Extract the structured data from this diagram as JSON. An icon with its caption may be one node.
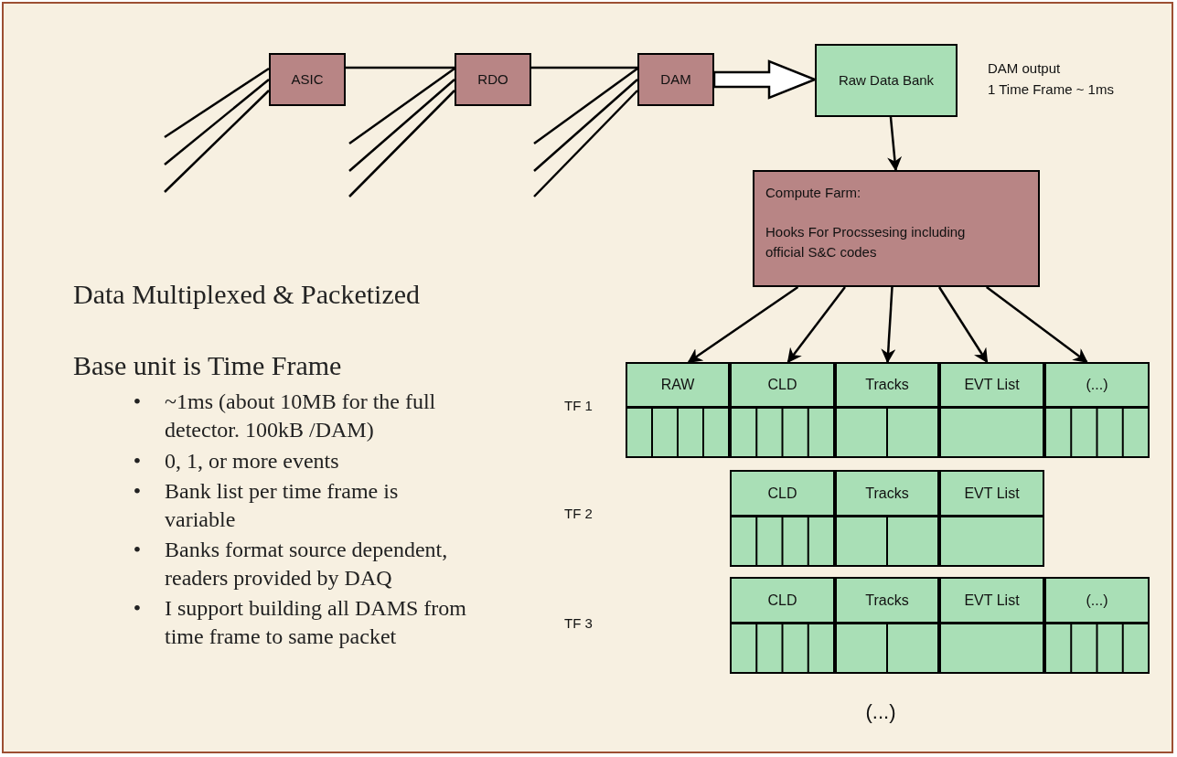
{
  "diagram": {
    "nodes": [
      {
        "text": [
          "ASIC"
        ]
      },
      {
        "text": [
          "RDO"
        ]
      },
      {
        "text": [
          "DAM"
        ]
      },
      {
        "text": [
          "Raw Data Bank"
        ],
        "beside": [
          "DAM output",
          "1 Time Frame ~ 1ms"
        ]
      },
      {
        "text": [
          "Compute Farm:",
          "Hooks For Procssesing including official S&C codes"
        ]
      },
      {
        "text": [
          "RAW"
        ]
      },
      {
        "text": [
          "CLD"
        ]
      },
      {
        "text": [
          "Tracks"
        ]
      },
      {
        "text": [
          "EVT List"
        ]
      },
      {
        "text": [
          "(...)"
        ]
      },
      {
        "text": [
          "CLD"
        ]
      },
      {
        "text": [
          "Tracks"
        ]
      },
      {
        "text": [
          "EVT List"
        ]
      },
      {
        "text": [
          "CLD"
        ]
      },
      {
        "text": [
          "Tracks"
        ]
      },
      {
        "text": [
          "EVT List"
        ]
      },
      {
        "text": [
          "(...)"
        ]
      }
    ],
    "edges": [
      {
        "from": null,
        "to": 0,
        "arrow": "none"
      },
      {
        "from": null,
        "to": 0,
        "arrow": "none"
      },
      {
        "from": null,
        "to": 0,
        "arrow": "none"
      },
      {
        "from": null,
        "to": 1,
        "arrow": "none"
      },
      {
        "from": null,
        "to": 1,
        "arrow": "none"
      },
      {
        "from": null,
        "to": 1,
        "arrow": "none"
      },
      {
        "from": null,
        "to": 2,
        "arrow": "none"
      },
      {
        "from": null,
        "to": 2,
        "arrow": "none"
      },
      {
        "from": null,
        "to": 2,
        "arrow": "none"
      },
      {
        "from": 0,
        "to": 1,
        "arrow": "none"
      },
      {
        "from": 1,
        "to": 2,
        "arrow": "none"
      },
      {
        "from": 2,
        "to": 3,
        "arrow": "to",
        "style": "thick"
      },
      {
        "from": 3,
        "to": 4,
        "arrow": "to"
      },
      {
        "from": 4,
        "to": 5,
        "arrow": "to"
      },
      {
        "from": 4,
        "to": 6,
        "arrow": "to"
      },
      {
        "from": 4,
        "to": 7,
        "arrow": "to"
      },
      {
        "from": 4,
        "to": 8,
        "arrow": "to"
      },
      {
        "from": 4,
        "to": 9,
        "arrow": "to"
      }
    ],
    "labels": [
      "Data Multiplexed & Packetized",
      "Base unit is Time Frame",
      "•",
      "~1ms (about 10MB for the full detector. 100kB /DAM)",
      "•",
      "0, 1, or more events",
      "•",
      "Bank list per time frame is variable",
      "•",
      "Banks format source dependent, readers provided by DAQ",
      "•",
      "I support building all DAMS from time frame to same packet",
      "TF 1",
      "TF 2",
      "TF 3",
      "(...)"
    ]
  }
}
